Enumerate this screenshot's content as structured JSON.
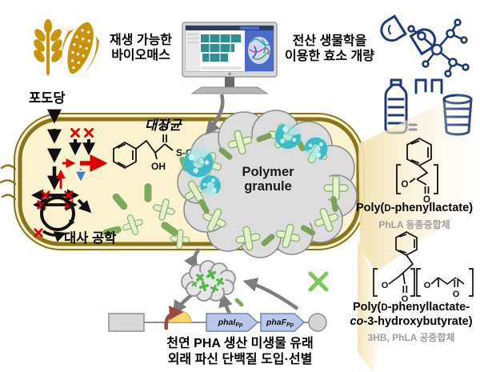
{
  "top": {
    "biomass": {
      "line1": "재생 가능한",
      "line2": "바이오매스"
    },
    "computational": {
      "line1": "전산 생물학을",
      "line2": "이용한 효소 개량"
    }
  },
  "cell": {
    "glucose_label": "포도당",
    "organism_label": "대장균",
    "metabolic_label": "대사 공학",
    "granule": {
      "line1": "Polymer",
      "line2": "granule"
    }
  },
  "atoms": {
    "o": "O",
    "oh": "OH",
    "s_coa": "S-CoA"
  },
  "products": {
    "p1": {
      "pre": "Poly(",
      "d": "D",
      "post": "-phenyllactate)",
      "sub": "PhLA 동종중합체"
    },
    "p2": {
      "l1pre": "Poly(",
      "l1d": "D",
      "l1post": "-phenyllactate-",
      "l2co": "co",
      "l2post": "-3-hydroxybutyrate)",
      "sub": "3HB, PhLA 공중합체"
    }
  },
  "bottom": {
    "gene1_name": "phaI",
    "gene1_sub": "Pp",
    "gene2_name": "phaF",
    "gene2_sub": "Pp",
    "caption_line1": "천연 PHA 생산 미생물 유래",
    "caption_line2": "외래 파신 단백질 도입·선별"
  },
  "icons": {
    "wheat": "wheat-icon",
    "corn": "corn-icon",
    "monitor": "computer-monitor-icon",
    "capsule_molecule": "capsule-and-molecule-icon",
    "plastic_products": "bottle-bag-cup-icon"
  },
  "colors": {
    "gold": "#c9930b",
    "navy": "#1e3a7b",
    "cell_fill": "#fbf2d0",
    "cell_border": "#8a741a",
    "granule_gray": "#dcdcdc",
    "enzyme_cyan": "#3fbac8",
    "rod_green": "#7fa95c",
    "cross_green": "#e3f2cc",
    "pathway_red": "#e00000",
    "arrow_gray": "#7d7d7d",
    "gene_blue": "#b9c7e9",
    "promoter_yellow": "#fbd66b",
    "promoter_arrow": "#9a4a42",
    "beam_beige": "#f2e2ae",
    "cloud_x_green": "#54b84c"
  }
}
